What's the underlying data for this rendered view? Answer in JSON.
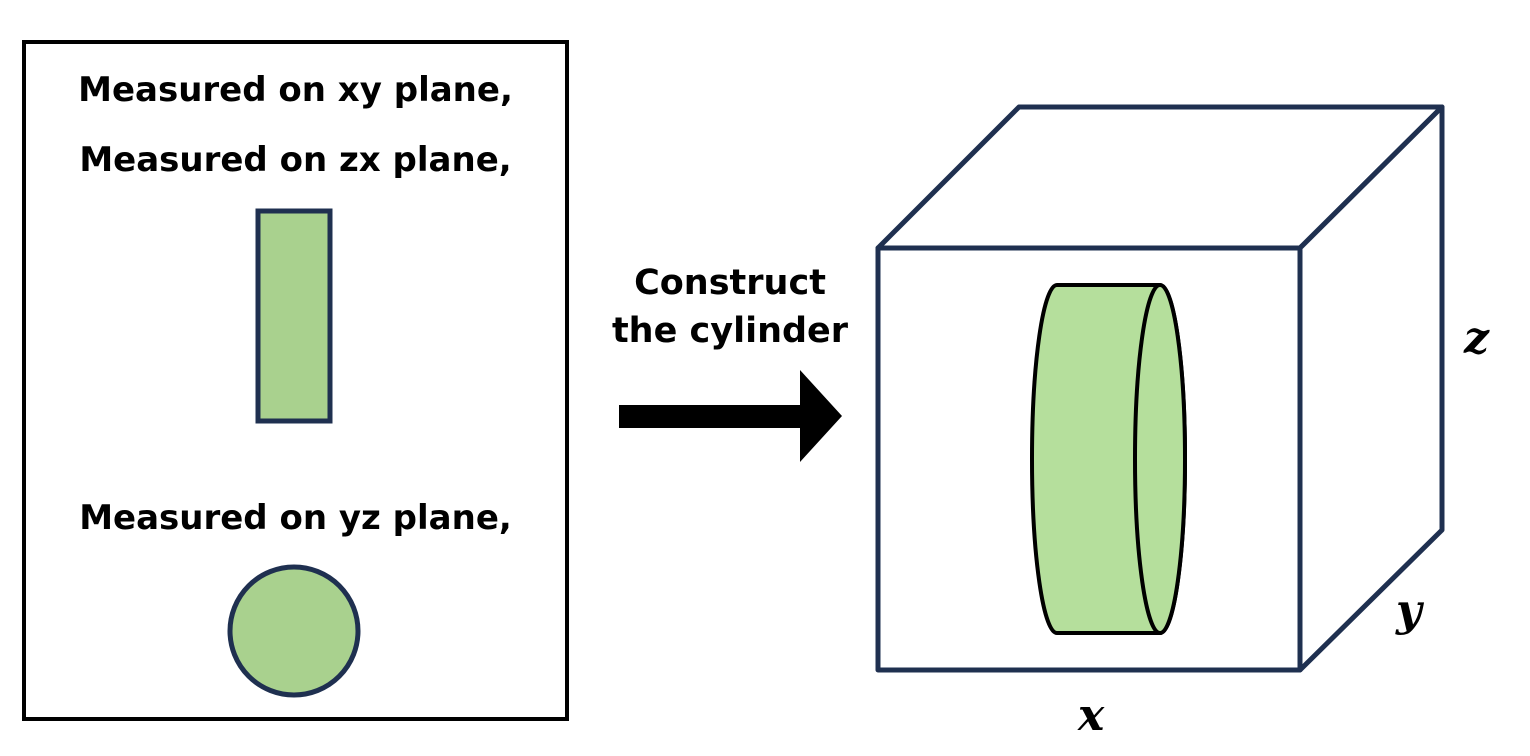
{
  "left_panel": {
    "xy_text": "Measured on xy plane,",
    "zx_text": "Measured on zx plane,",
    "yz_text": "Measured on yz plane,"
  },
  "arrow_label": {
    "line1": "Construct",
    "line2": "the cylinder"
  },
  "axes": {
    "x": "x",
    "y": "y",
    "z": "z"
  },
  "colors": {
    "box_outline": "#1f3050",
    "shape_fill": "#a9d18e",
    "cylinder_fill": "#b5df9c",
    "panel_border": "#000000",
    "arrow": "#000000"
  }
}
